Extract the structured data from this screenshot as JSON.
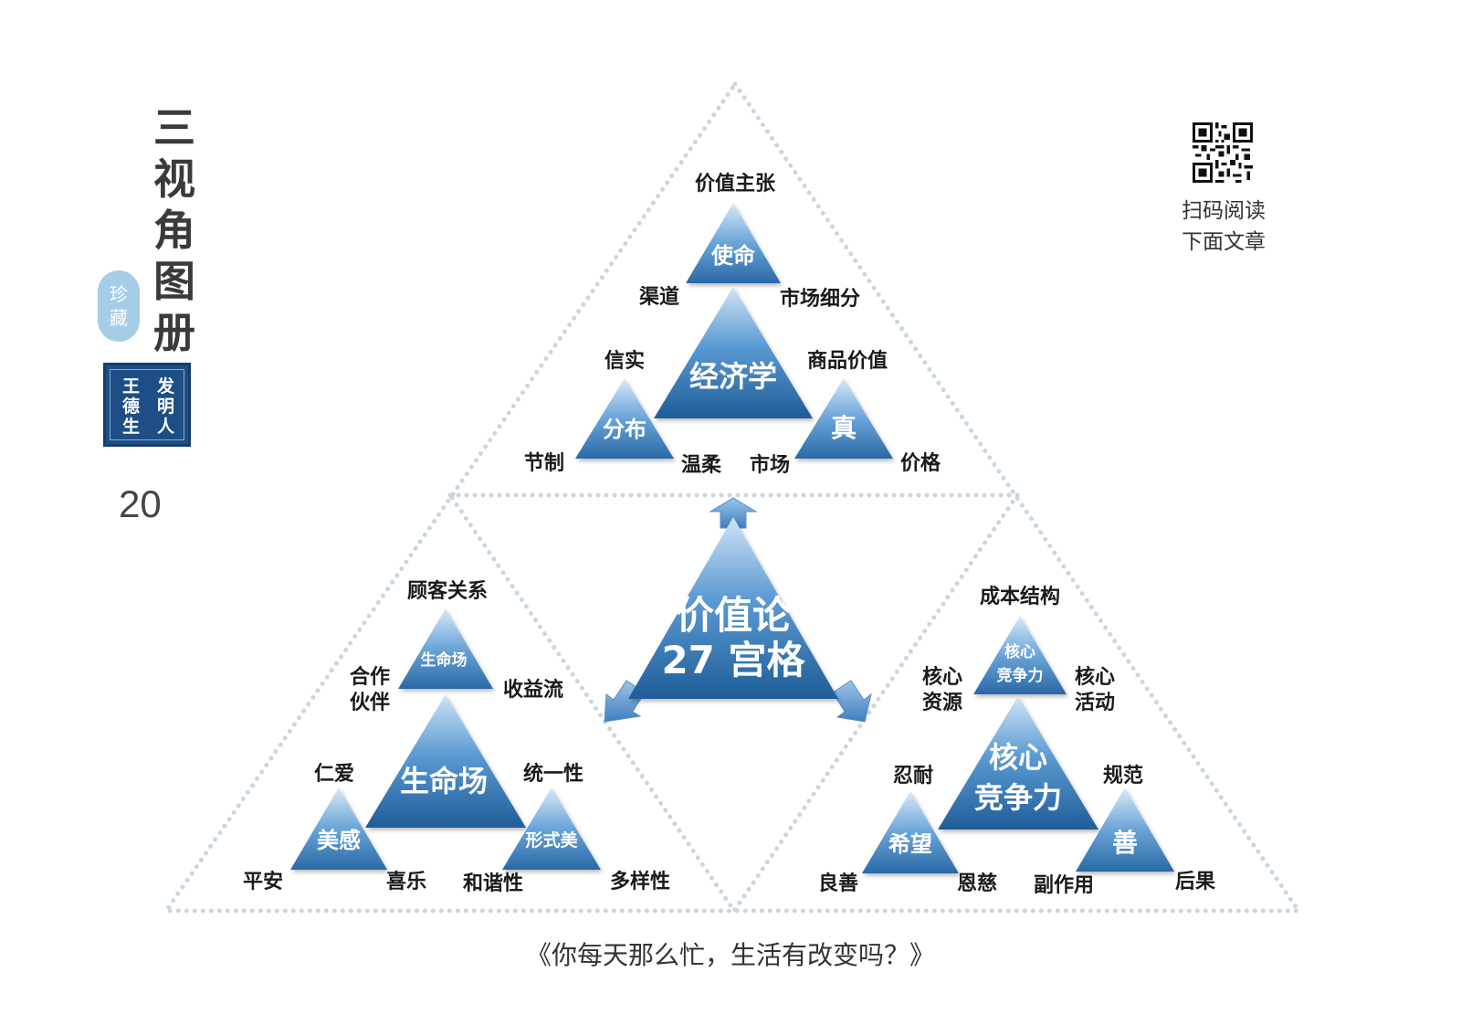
{
  "sidebar": {
    "title_chars": [
      "三",
      "视",
      "角",
      "图",
      "册"
    ],
    "treasure_chars": [
      "珍",
      "藏"
    ],
    "seal_col1": [
      "发",
      "明",
      "人"
    ],
    "seal_col2": [
      "王",
      "德",
      "生"
    ],
    "page_number": "20"
  },
  "qr": {
    "caption_line1": "扫码阅读",
    "caption_line2": "下面文章"
  },
  "caption": "《你每天那么忙，生活有改变吗？》",
  "colors": {
    "tri_light": "#cfe4f5",
    "tri_mid": "#5b9ad3",
    "tri_dark": "#1f5d98",
    "dots": "#c9d6e0"
  },
  "center": {
    "line1": "价值论",
    "line2": "27 宫格"
  },
  "top": {
    "big": "经济学",
    "small_top": "使命",
    "small_left": "分布",
    "small_right": "真",
    "labels": {
      "top_of_top": "价值主张",
      "top_left": "渠道",
      "top_right": "市场细分",
      "left_top": "信实",
      "left_bl": "节制",
      "left_br": "温柔",
      "right_top": "商品价值",
      "right_bl": "市场",
      "right_br": "价格"
    }
  },
  "left": {
    "big": "生命场",
    "small_top": "生命场",
    "small_left": "美感",
    "small_right": "形式美",
    "labels": {
      "top_of_top": "顾客关系",
      "top_left_1": "合作",
      "top_left_2": "伙伴",
      "top_right": "收益流",
      "left_top": "仁爱",
      "left_bl": "平安",
      "left_br": "喜乐",
      "right_top": "统一性",
      "right_bl": "和谐性",
      "right_br": "多样性"
    }
  },
  "right": {
    "big_1": "核心",
    "big_2": "竞争力",
    "small_top_1": "核心",
    "small_top_2": "竞争力",
    "small_left": "希望",
    "small_right": "善",
    "labels": {
      "top_of_top": "成本结构",
      "top_left_1": "核心",
      "top_left_2": "资源",
      "top_right_1": "核心",
      "top_right_2": "活动",
      "left_top": "忍耐",
      "left_bl": "良善",
      "left_br": "恩慈",
      "right_top": "规范",
      "right_bl": "副作用",
      "right_br": "后果"
    }
  }
}
